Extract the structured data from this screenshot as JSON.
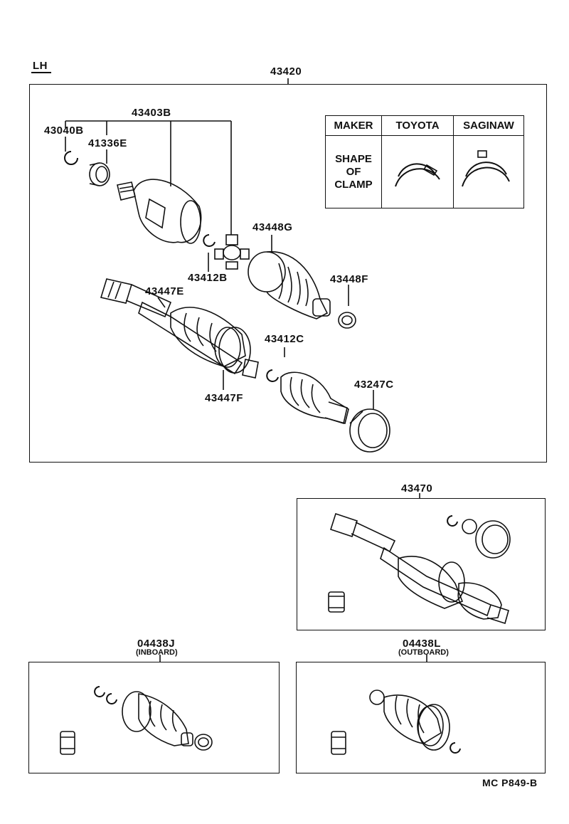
{
  "side_label": "LH",
  "assembly_number": "43420",
  "parts": {
    "p43403B": "43403B",
    "p43040B": "43040B",
    "p41336E": "41336E",
    "p43448G": "43448G",
    "p43412B": "43412B",
    "p43447E": "43447E",
    "p43448F": "43448F",
    "p43412C": "43412C",
    "p43247C": "43247C",
    "p43447F": "43447F"
  },
  "clamp_table": {
    "header_maker": "MAKER",
    "header_toyota": "TOYOTA",
    "header_saginaw": "SAGINAW",
    "row_label_line1": "SHAPE",
    "row_label_line2": "OF",
    "row_label_line3": "CLAMP"
  },
  "shaft_assembly": {
    "number": "43470"
  },
  "boot_kits": [
    {
      "number": "04438J",
      "note": "(INBOARD)"
    },
    {
      "number": "04438L",
      "note": "(OUTBOARD)"
    }
  ],
  "figure_code": "MC P849-B"
}
